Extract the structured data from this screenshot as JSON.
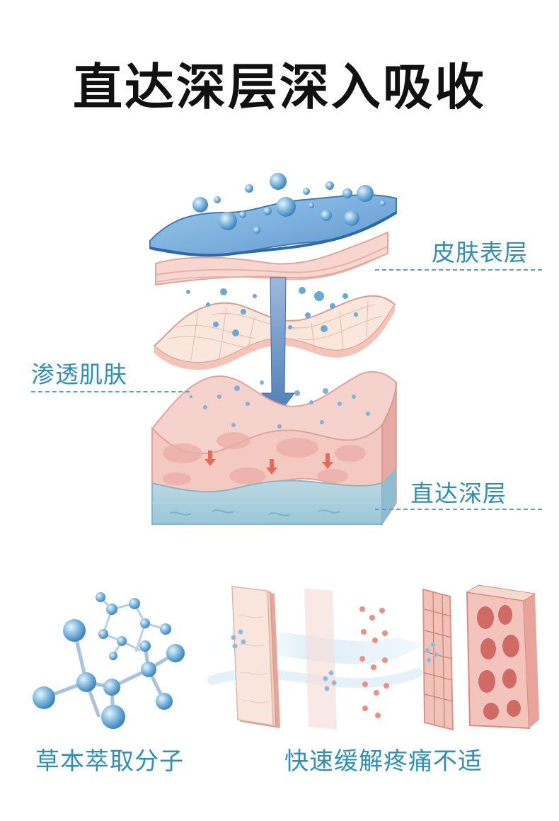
{
  "title": "直达深层深入吸收",
  "labels": {
    "epidermis": "皮肤表层",
    "penetrate": "渗透肌肤",
    "deep": "直达深层"
  },
  "captions": {
    "molecule": "草本萃取分子",
    "relief": "快速缓解疼痛不适"
  },
  "colors": {
    "text_dark": "#111111",
    "accent_blue": "#2f8fb8",
    "dash_blue": "#5a9fcf",
    "water_blue": "#7fb4dc",
    "skin_pink": "#f1c3bc",
    "muscle_red": "#d9857f"
  },
  "icons": [
    "droplet-icon",
    "molecule-icon",
    "skin-layer-icon",
    "muscle-tissue-icon",
    "down-arrow-icon"
  ]
}
